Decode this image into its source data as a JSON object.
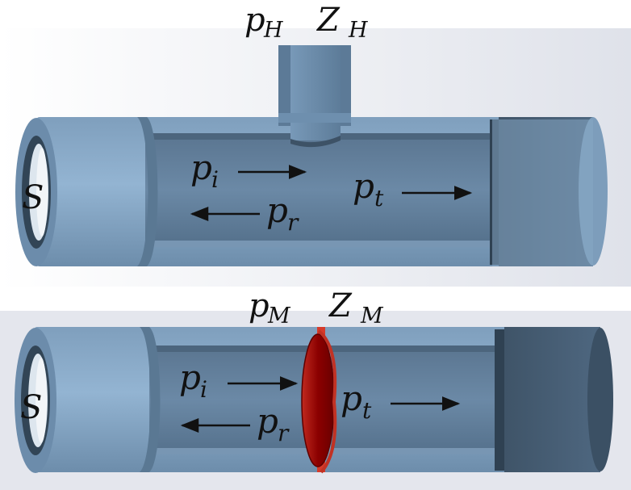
{
  "top_diagram": {
    "header": {
      "p": "p",
      "p_sub": "H",
      "z": "Z",
      "z_sub": "H"
    },
    "source": "S",
    "incident": {
      "base": "p",
      "sub": "i"
    },
    "reflected": {
      "base": "p",
      "sub": "r"
    },
    "transmitted": {
      "base": "p",
      "sub": "t"
    }
  },
  "bottom_diagram": {
    "header": {
      "p": "p",
      "p_sub": "M",
      "z": "Z",
      "z_sub": "M"
    },
    "source": "S",
    "incident": {
      "base": "p",
      "sub": "i"
    },
    "reflected": {
      "base": "p",
      "sub": "r"
    },
    "transmitted": {
      "base": "p",
      "sub": "t"
    }
  },
  "colors": {
    "tube_light": "#8fb1cf",
    "tube_mid": "#6c8fae",
    "tube_dark": "#3e5366",
    "membrane": "#8b0000",
    "membrane_edge": "#d63a2a",
    "backdrop": "#e6e8ef"
  }
}
